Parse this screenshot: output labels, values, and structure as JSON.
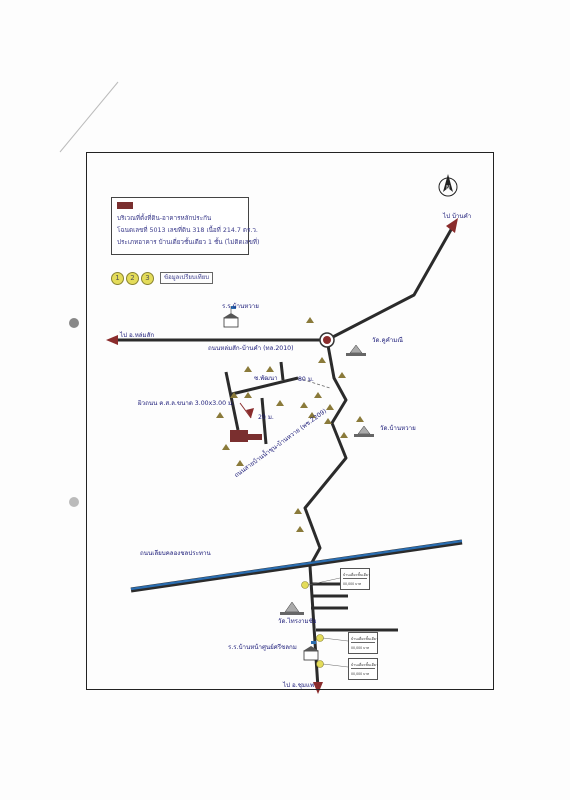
{
  "legend": {
    "line1": "บริเวณที่ตั้งที่ดิน-อาคารหลักประกัน",
    "line2": "โฉนดเลขที่ 5013 เลขที่ดิน 318 เนื้อที่ 214.7 ตร.ว.",
    "line3": "ประเภทอาคาร บ้านเดี่ยวชั้นเดียว 1 ชั้น (ไม่ติดเลขที่)"
  },
  "steps": {
    "numbers": [
      "1",
      "2",
      "3"
    ],
    "label": "ข้อมูลเปรียบเทียบ"
  },
  "north_label": "N",
  "labels": {
    "to_ban_kham": "ไป บ้านคำ",
    "to_lom_sak": "ไป อ.หล่มสัก",
    "school_ban_wai": "ร.ร.บ้านหวาย",
    "road_lomsak_bankham": "ถนนหล่มสัก-บ้านคำ (ทล.2010)",
    "wat_khu_kham": "วัด.คูคำมณี",
    "soi_phatthana": "ซ.พัฒนา",
    "dist_80": "80 ม.",
    "dist_20": "20 ม.",
    "lane_note": "ผิวถนน ค.ส.ล.ขนาด 3.00x3.00 ม.",
    "wat_ban_wai": "วัด.บ้านหวาย",
    "road_nam_chun": "ถนนสายบ้านน้ำชุน-บ้านหวาย (พช.2209)",
    "road_canal": "ถนนเลียบคลองชลประทาน",
    "wat_chai_charoen": "วัด.ไทรงามชัย",
    "school_nam_chun": "ร.ร.บ้านหน้าศูนย์ศรีชลกม",
    "to_chum_phae": "ไป อ.ชุมแพ"
  },
  "comparables": [
    {
      "number": "1",
      "title": "บ้านเดี่ยวชั้นเดียว",
      "price": "00,000 บาท"
    },
    {
      "number": "2",
      "title": "บ้านเดี่ยวชั้นเดียว",
      "price": "00,000 บาท"
    },
    {
      "number": "3",
      "title": "บ้านเดี่ยวชั้นเดียว",
      "price": "00,000 บาท"
    }
  ],
  "colors": {
    "road": "#2b2b2b",
    "arrow_head": "#8a2c2c",
    "canal": "#2a6db0",
    "subject": "#7a2f2f",
    "text": "#1e1e7a",
    "tree": "#8a7a3a"
  }
}
